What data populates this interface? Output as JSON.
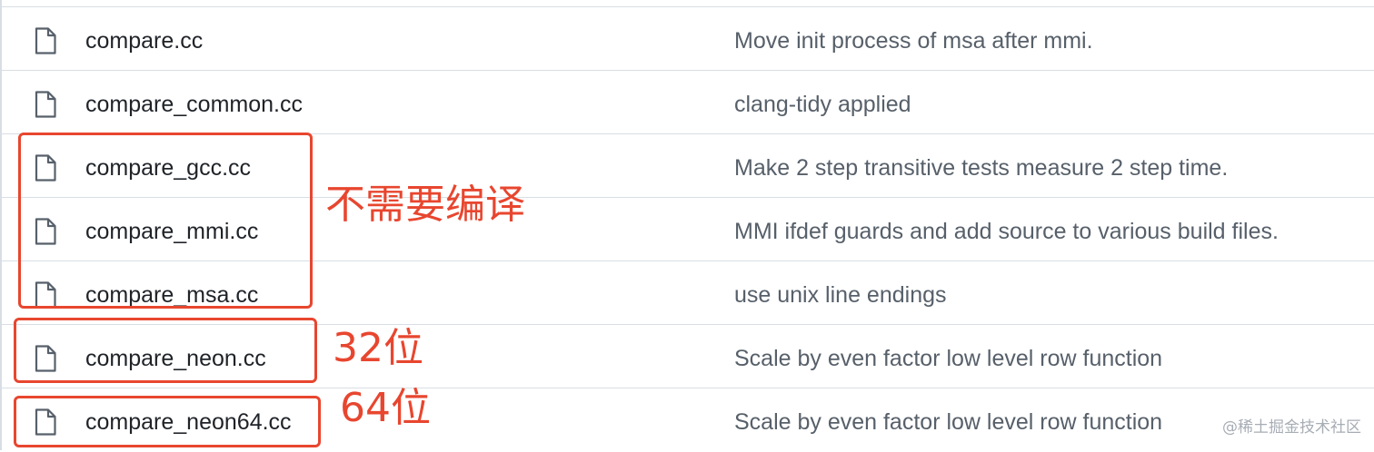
{
  "files": [
    {
      "name": "compare.cc",
      "message": "Move init process of msa after mmi."
    },
    {
      "name": "compare_common.cc",
      "message": "clang-tidy applied"
    },
    {
      "name": "compare_gcc.cc",
      "message": "Make 2 step transitive tests measure 2 step time."
    },
    {
      "name": "compare_mmi.cc",
      "message": "MMI ifdef guards and add source to various build files."
    },
    {
      "name": "compare_msa.cc",
      "message": "use unix line endings"
    },
    {
      "name": "compare_neon.cc",
      "message": "Scale by even factor low level row function"
    },
    {
      "name": "compare_neon64.cc",
      "message": "Scale by even factor low level row function"
    }
  ],
  "annotations": {
    "no_compile": "不需要编译",
    "bit32": "32位",
    "bit64": "64位"
  },
  "colors": {
    "annotation": "#e8462f",
    "commit_text": "#57606a",
    "file_text": "#1f2328"
  },
  "icons": {
    "file": "file-icon"
  },
  "watermark": "@稀土掘金技术社区"
}
